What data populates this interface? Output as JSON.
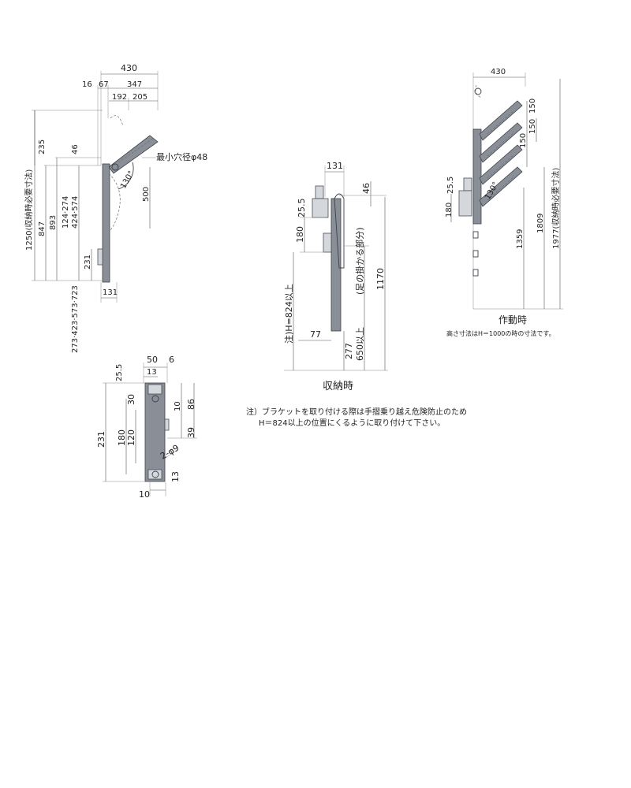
{
  "colors": {
    "line": "#555555",
    "body": "#8a8f97",
    "body_stroke": "#3c4048",
    "text": "#222222"
  },
  "view_side_operating": {
    "dims_top": [
      "430",
      "16",
      "67",
      "347",
      "192",
      "205"
    ],
    "hole_label": "最小穴径φ48",
    "angle": "130°",
    "dims_left": [
      "1250(収納時必要寸法)",
      "847",
      "893",
      "235",
      "46",
      "124·274",
      "424·574",
      "500",
      "231"
    ],
    "bottom": [
      "131",
      "273·423·573·723"
    ]
  },
  "view_bracket": {
    "dims_top": [
      "50",
      "6",
      "13",
      "25.5"
    ],
    "dims_left": [
      "231",
      "180",
      "120",
      "30"
    ],
    "dims_right": [
      "10",
      "86",
      "39",
      "13"
    ],
    "hole": "2-φ9",
    "bottom": "10"
  },
  "view_stored": {
    "dims_top": [
      "131",
      "46",
      "25.5"
    ],
    "dims_left": [
      "180"
    ],
    "note_h": "注)H=824以上",
    "dims_right": [
      "(足の掛かる部分)",
      "650以上",
      "1170",
      "277"
    ],
    "dim_77": "77",
    "caption": "収納時"
  },
  "view_operating": {
    "dims": [
      "430",
      "150",
      "150",
      "150",
      "25.5",
      "180",
      "1809",
      "1977(収納時必要寸法)",
      "1359"
    ],
    "angle": "130°",
    "caption": "作動時",
    "footnote": "高さ寸法はH＝1000の時の寸法です。"
  },
  "note": {
    "line1": "注）ブラケットを取り付ける際は手摺乗り越え危険防止のため",
    "line2": "H＝824以上の位置にくるように取り付けて下さい。"
  }
}
